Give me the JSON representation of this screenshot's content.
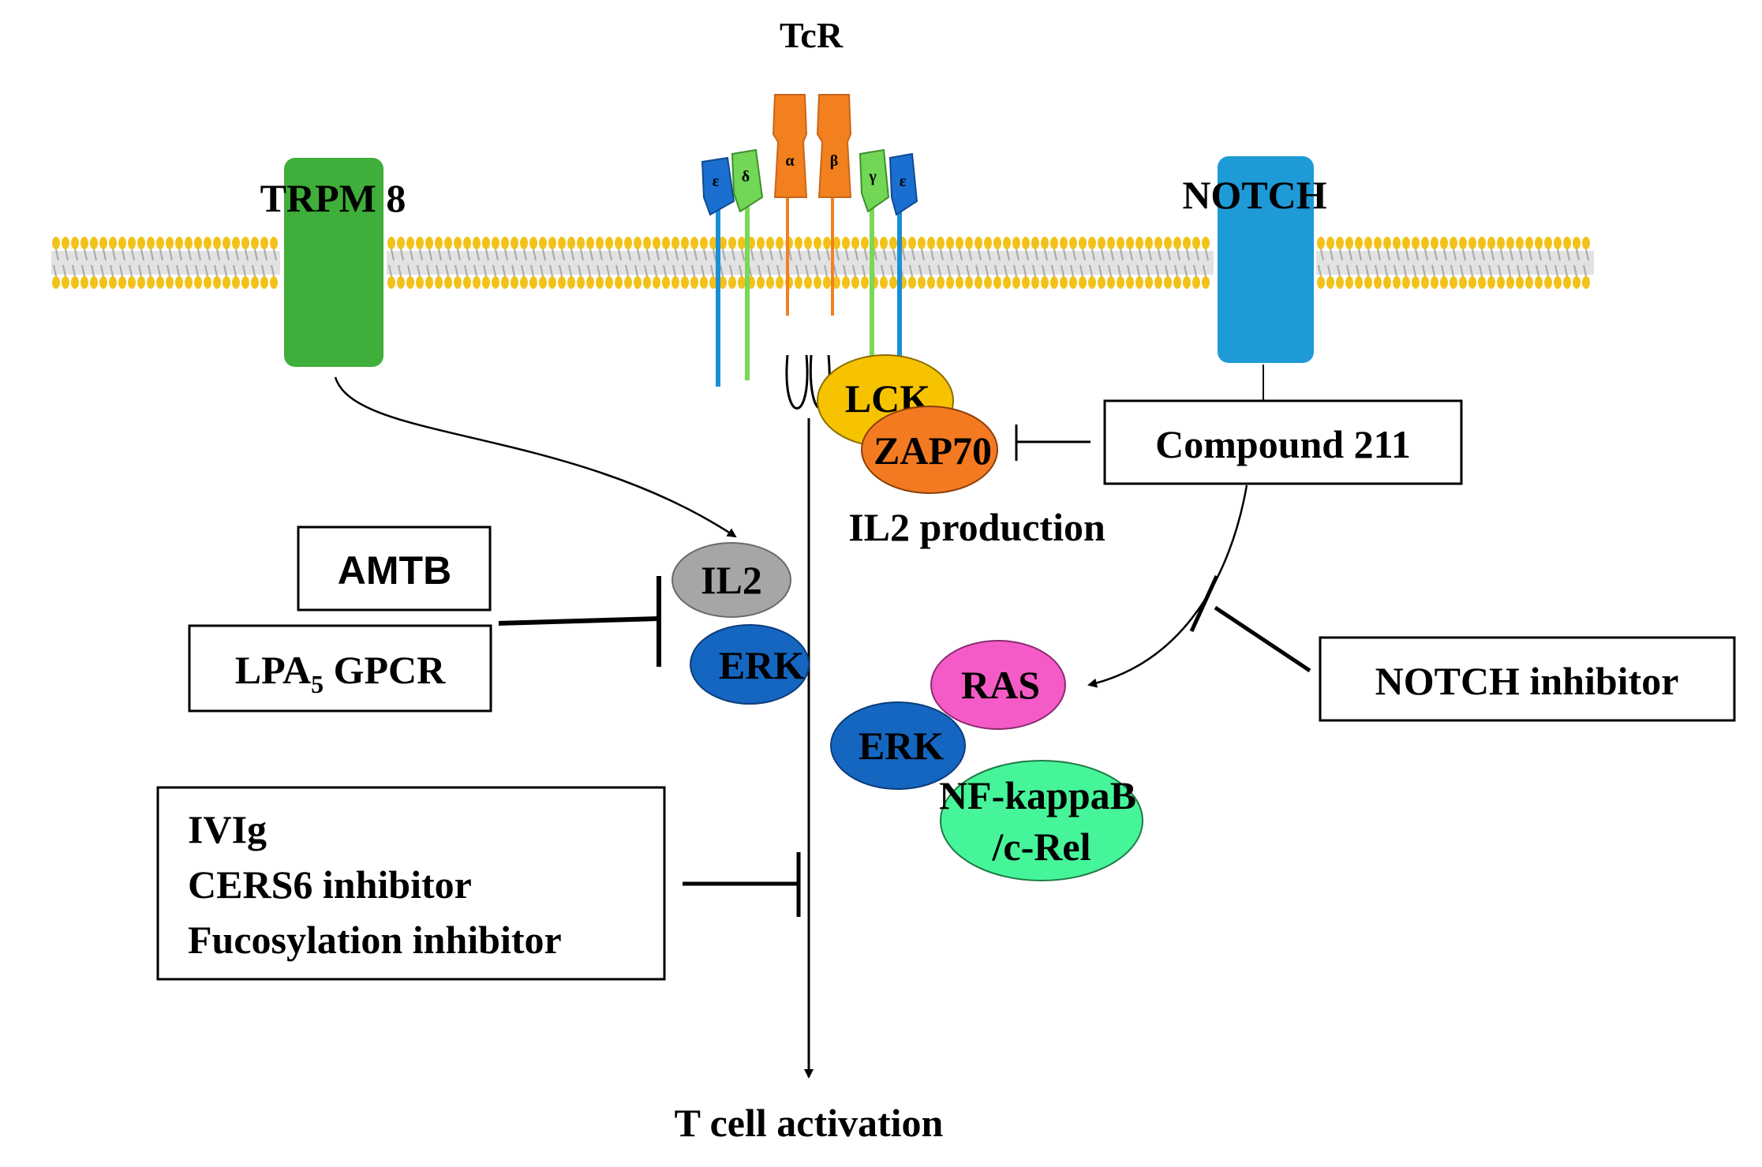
{
  "labels": {
    "tcr": "TcR",
    "trpm8": "TRPM 8",
    "notch": "NOTCH",
    "il2_production": "IL2 production",
    "t_cell_activation": "T cell activation"
  },
  "tcr_chains": {
    "epsilon": "ε",
    "delta": "δ",
    "alpha": "α",
    "beta": "β",
    "gamma": "γ"
  },
  "nodes": {
    "lck": "LCK",
    "zap70": "ZAP70",
    "il2": "IL2",
    "erk": "ERK",
    "ras": "RAS",
    "nfkappab_line1": "NF-kappaB",
    "nfkappab_line2": "/c-Rel"
  },
  "boxes": {
    "compound211": "Compound 211",
    "amtb": "AMTB",
    "lpa5_prefix": "LPA",
    "lpa5_subscript": "5",
    "lpa5_suffix": " GPCR",
    "notch_inhibitor": "NOTCH  inhibitor",
    "inhibitors": [
      "IVIg",
      "CERS6 inhibitor",
      "Fucosylation inhibitor"
    ]
  },
  "colors": {
    "membrane_head": "#f2c21a",
    "membrane_tail": "#a8a8a8",
    "trpm8": "#3fae3a",
    "notch": "#1e9ad6",
    "alpha_beta": "#f2801f",
    "epsilon": "#1a6fd0",
    "delta_gamma": "#72d657",
    "lck": "#f7c300",
    "zap70": "#f47a21",
    "il2": "#a6a6a6",
    "erk": "#1566c0",
    "ras": "#f45bc7",
    "nfkappab": "#46f59a"
  }
}
